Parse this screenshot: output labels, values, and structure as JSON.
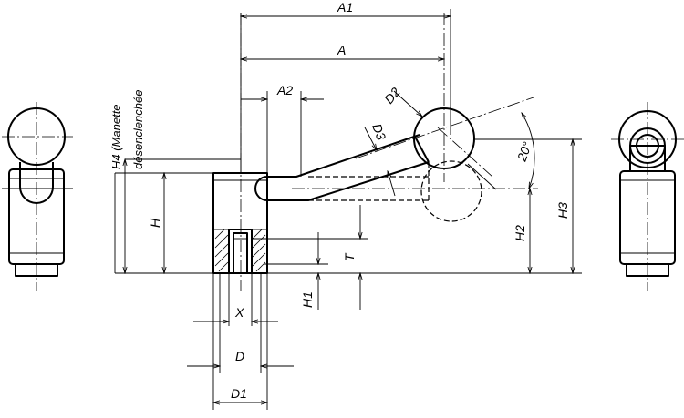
{
  "title": "",
  "dimensions": {
    "a1": "A1",
    "a": "A",
    "a2": "A2",
    "d2": "D2",
    "d3": "D3",
    "h": "H",
    "h1": "H1",
    "h2": "H2",
    "h3": "H3",
    "t": "T",
    "x": "X",
    "d": "D",
    "d1": "D1",
    "angle": "20°"
  },
  "h4_label": {
    "line1": "H4 (Manette",
    "line2": "désenclenchée"
  }
}
